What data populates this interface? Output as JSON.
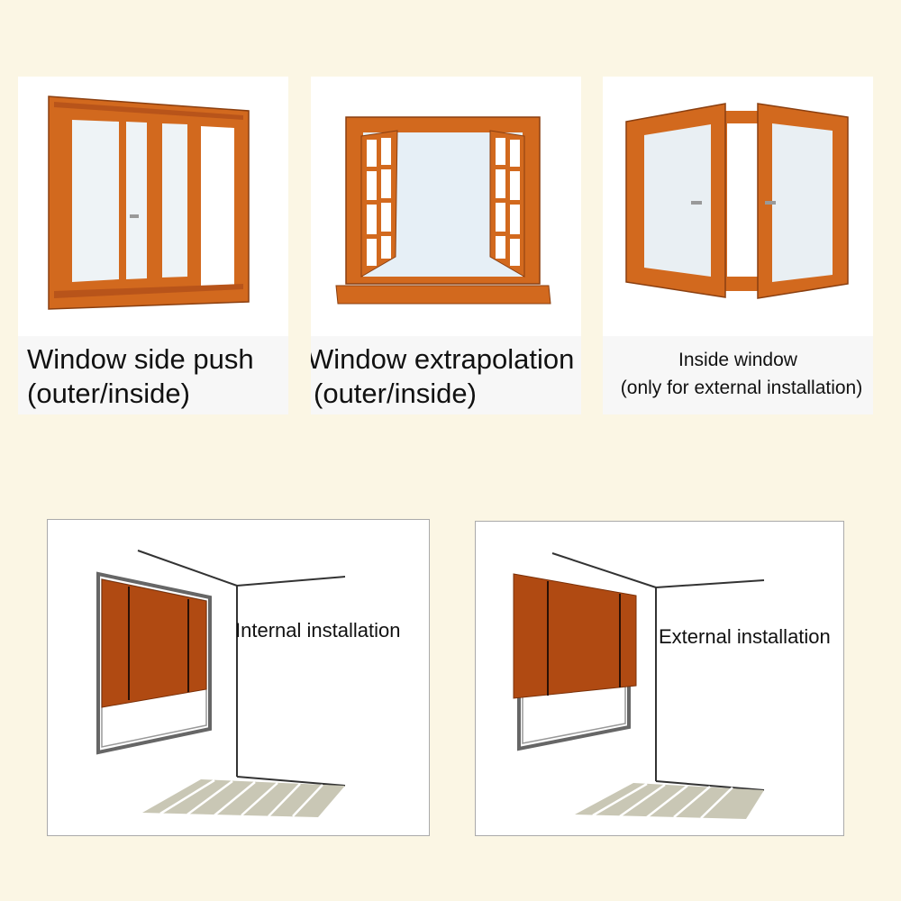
{
  "panels": {
    "sliding": {
      "caption_line1": "Window side push",
      "caption_line2": "(outer/inside)"
    },
    "casement": {
      "caption_line1": "Window extrapolation",
      "caption_line2": "(outer/inside)"
    },
    "inside": {
      "caption_line1": "Inside window",
      "caption_line2": "(only for external installation)"
    },
    "internal": {
      "label": "Internal installation"
    },
    "external": {
      "label": "External installation"
    }
  },
  "colors": {
    "frame": "#d2691e",
    "frame_dark": "#b8541a",
    "blind": "#b04a12",
    "glass": "#e8f0f4",
    "background": "#fbf6e4"
  }
}
